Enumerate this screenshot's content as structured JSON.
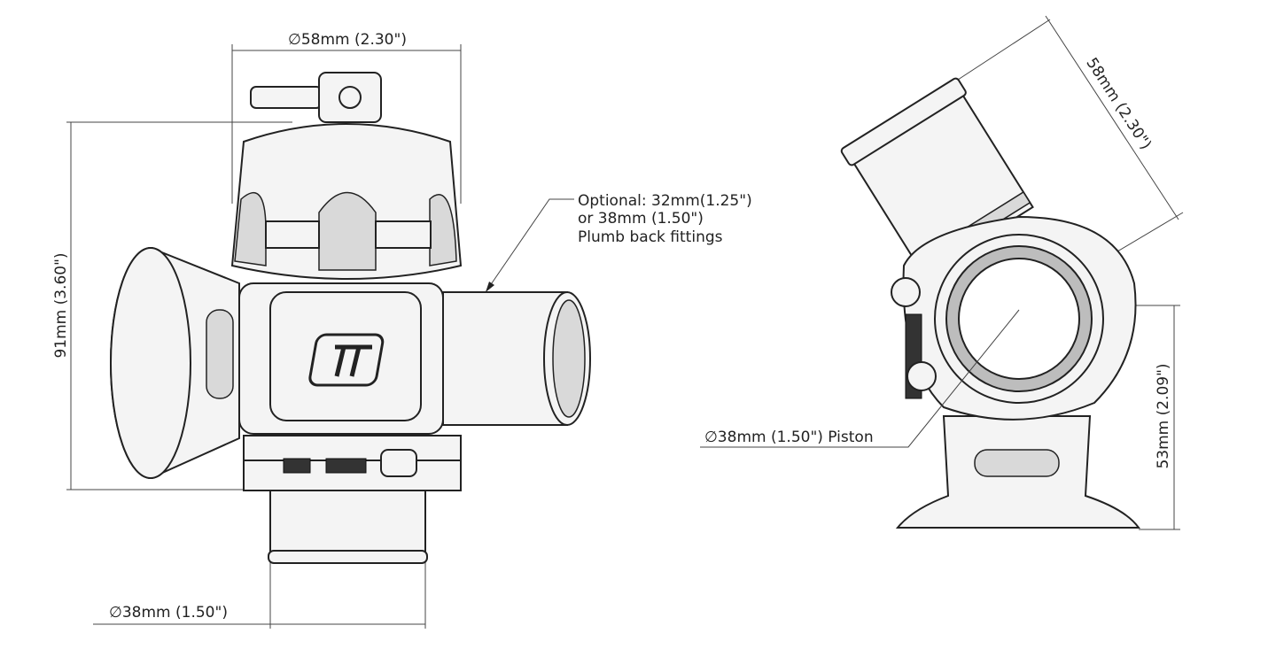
{
  "front_view": {
    "width_dim": "∅58mm (2.30\")",
    "height_dim": "91mm (3.60\")",
    "outlet_dim": "∅38mm (1.50\")",
    "note_line1": "Optional: 32mm(1.25\")",
    "note_line2": "or 38mm (1.50\")",
    "note_line3": "Plumb back fittings"
  },
  "side_view": {
    "inlet_dim": "58mm (2.30\")",
    "base_height_dim": "53mm (2.09\")",
    "piston_dim": "∅38mm (1.50\") Piston"
  }
}
